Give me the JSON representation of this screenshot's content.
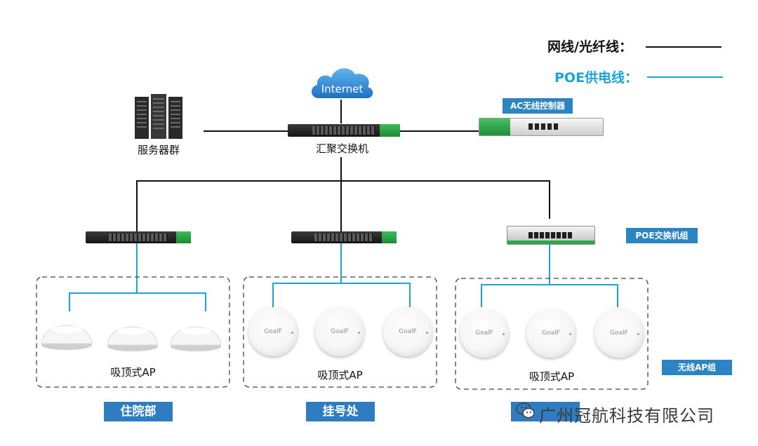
{
  "legend": {
    "network_line_label": "网线/光纤线：",
    "poe_line_label": "POE供电线：",
    "network_line_color": "#111111",
    "poe_line_color": "#1aa3dc"
  },
  "internet": {
    "label": "Internet"
  },
  "servers": {
    "label": "服务器群"
  },
  "core_switch": {
    "label": "汇聚交换机"
  },
  "ac_controller": {
    "label": "AC无线控制器"
  },
  "poe_group": {
    "label": "POE交换机组"
  },
  "ap_group": {
    "label": "无线AP组"
  },
  "zones": [
    {
      "ap_label": "吸顶式AP",
      "dept": "住院部"
    },
    {
      "ap_label": "吸顶式AP",
      "dept": "挂号处"
    },
    {
      "ap_label": "吸顶式AP",
      "dept": ""
    }
  ],
  "watermark": {
    "text": "广州冠航科技有限公司"
  },
  "colors": {
    "tag_blue": "#2b84c4",
    "dept_blue": "#2f7cc0",
    "switch_green": "#2aa84a"
  }
}
